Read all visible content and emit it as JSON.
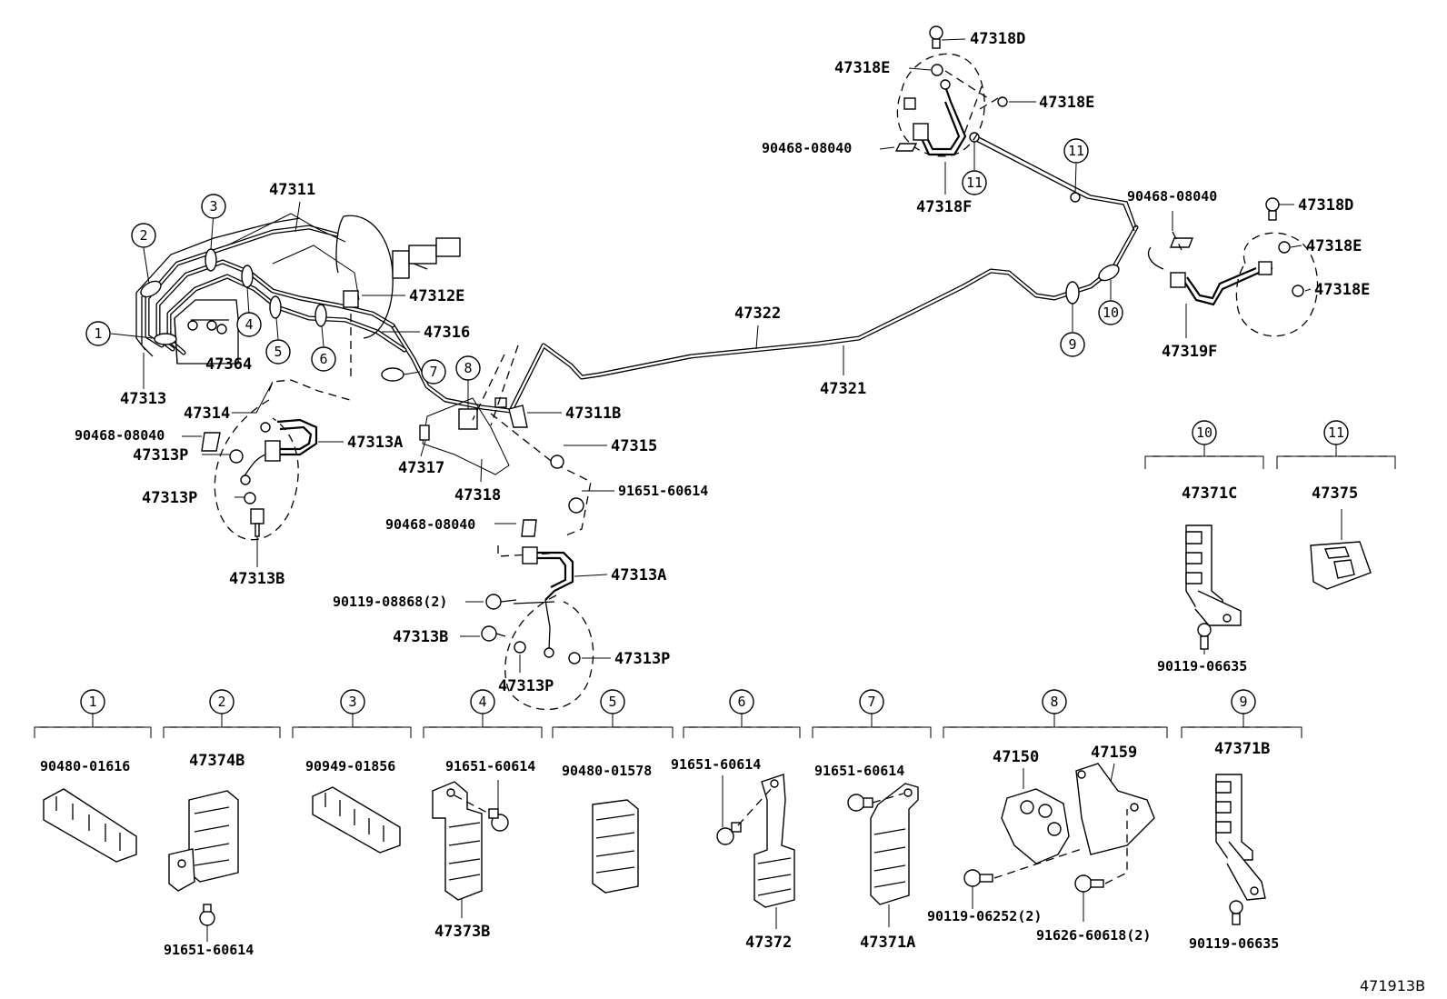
{
  "figure_id": "471913B",
  "labels": {
    "p47318D_top": "47318D",
    "p47318E_tl": "47318E",
    "p47318E_tr": "47318E",
    "p90468_top": "90468-08040",
    "p47318F": "47318F",
    "p90468_right": "90468-08040",
    "p47318D_right": "47318D",
    "p47318E_r1": "47318E",
    "p47318E_r2": "47318E",
    "p47319F": "47319F",
    "p47311": "47311",
    "p47312E": "47312E",
    "p47316": "47316",
    "p47322": "47322",
    "p47321": "47321",
    "p47364": "47364",
    "p47313": "47313",
    "p47314": "47314",
    "p47311B": "47311B",
    "p47315": "47315",
    "p90468_left": "90468-08040",
    "p47313A_left": "47313A",
    "p47313P_l1": "47313P",
    "p47317": "47317",
    "p47318": "47318",
    "p91651_mid": "91651-60614",
    "p47313P_l2": "47313P",
    "p90468_mid": "90468-08040",
    "p47313B_left": "47313B",
    "p47313A_mid": "47313A",
    "p90119_08868": "90119-08868(2)",
    "p47313B_mid": "47313B",
    "p47313P_m1": "47313P",
    "p47313P_m2": "47313P",
    "p47371C": "47371C",
    "p47375": "47375",
    "p90119_06635_a": "90119-06635",
    "p90480_01616": "90480-01616",
    "p47374B": "47374B",
    "p90949_01856": "90949-01856",
    "p91651_c4": "91651-60614",
    "p90480_01578": "90480-01578",
    "p91651_c6": "91651-60614",
    "p91651_c7": "91651-60614",
    "p47150": "47150",
    "p47159": "47159",
    "p47371B": "47371B",
    "p91651_bottom": "91651-60614",
    "p47373B": "47373B",
    "p47372": "47372",
    "p47371A": "47371A",
    "p90119_06252": "90119-06252(2)",
    "p91626_60618": "91626-60618(2)",
    "p90119_06635_b": "90119-06635"
  },
  "callouts": {
    "c1": "1",
    "c2": "2",
    "c3": "3",
    "c4": "4",
    "c5": "5",
    "c6": "6",
    "c7": "7",
    "c8": "8",
    "c9": "9",
    "c10": "10",
    "c11a": "11",
    "c11b": "11",
    "g1": "1",
    "g2": "2",
    "g3": "3",
    "g4": "4",
    "g5": "5",
    "g6": "6",
    "g7": "7",
    "g8": "8",
    "g9": "9",
    "g10": "10",
    "g11": "11"
  }
}
